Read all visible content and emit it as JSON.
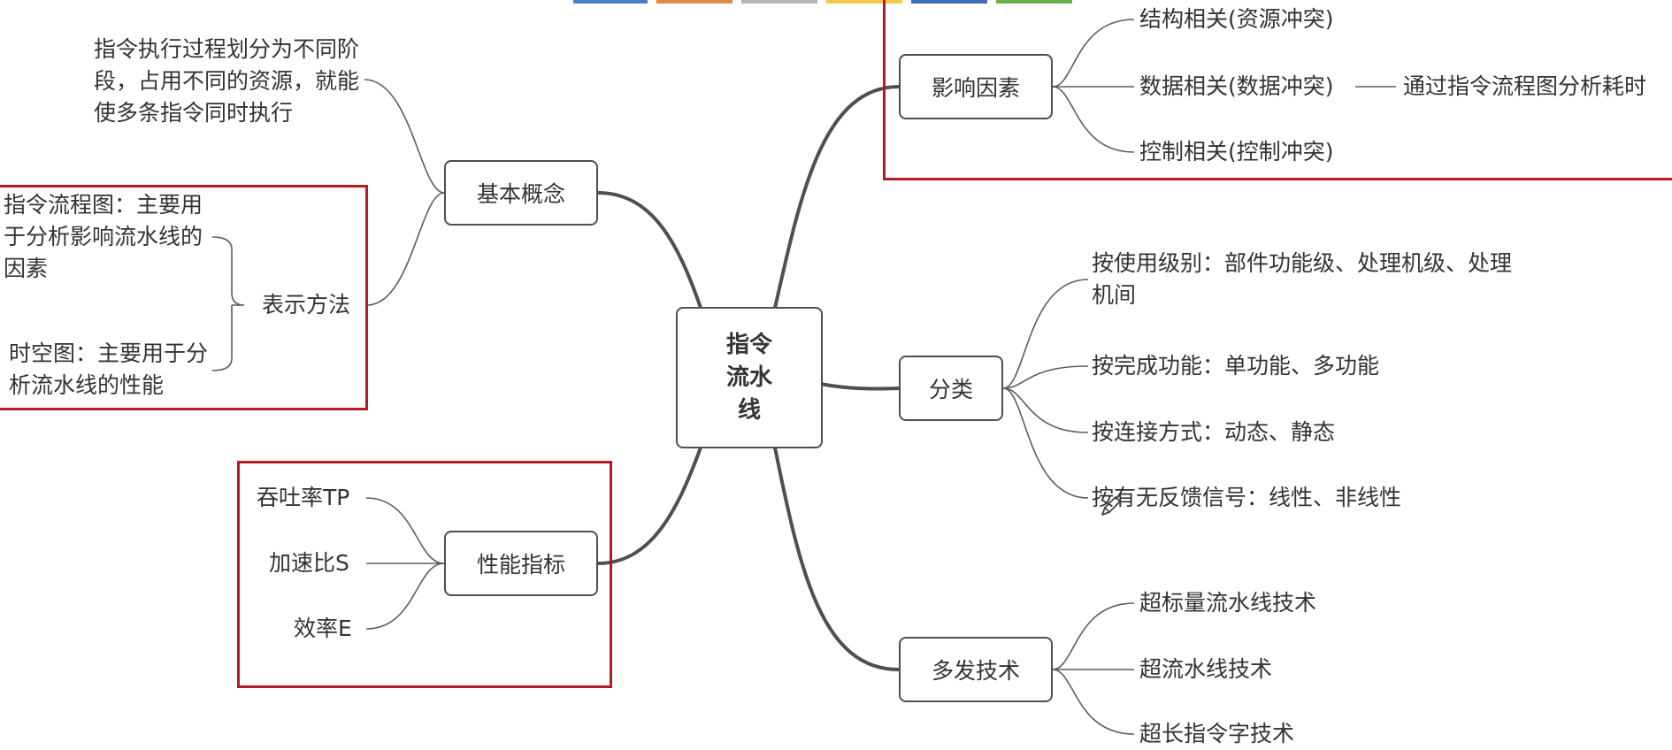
{
  "colors": {
    "line": "#4d4f53",
    "highlight": "#b01e23",
    "text": "#333333",
    "top_strip": [
      "#4a7fcf",
      "#e08a47",
      "#b8b8b8",
      "#f2c94c",
      "#3f6fb5",
      "#6ab04c"
    ]
  },
  "root": {
    "lines": [
      "指令",
      "流水",
      "线"
    ]
  },
  "branches": {
    "basic": {
      "label": "基本概念",
      "definition": "指令执行过程划分为不同阶段，占用不同的资源，就能使多条指令同时执行",
      "representation": {
        "label": "表示方法",
        "items": [
          "指令流程图：主要用于分析影响流水线的因素",
          "时空图：主要用于分析流水线的性能"
        ]
      }
    },
    "performance": {
      "label": "性能指标",
      "items": [
        "吞吐率TP",
        "加速比S",
        "效率E"
      ]
    },
    "factors": {
      "label": "影响因素",
      "items": [
        "结构相关(资源冲突)",
        "数据相关(数据冲突)",
        "控制相关(控制冲突)"
      ],
      "note": "通过指令流程图分析耗时"
    },
    "classification": {
      "label": "分类",
      "items": [
        "按使用级别：部件功能级、处理机级、处理机间",
        "按完成功能：单功能、多功能",
        "按连接方式：动态、静态",
        "按有无反馈信号：线性、非线性"
      ]
    },
    "multi_issue": {
      "label": "多发技术",
      "items": [
        "超标量流水线技术",
        "超流水线技术",
        "超长指令字技术"
      ]
    }
  },
  "icons": {
    "cursor": "pen-cursor-icon"
  }
}
